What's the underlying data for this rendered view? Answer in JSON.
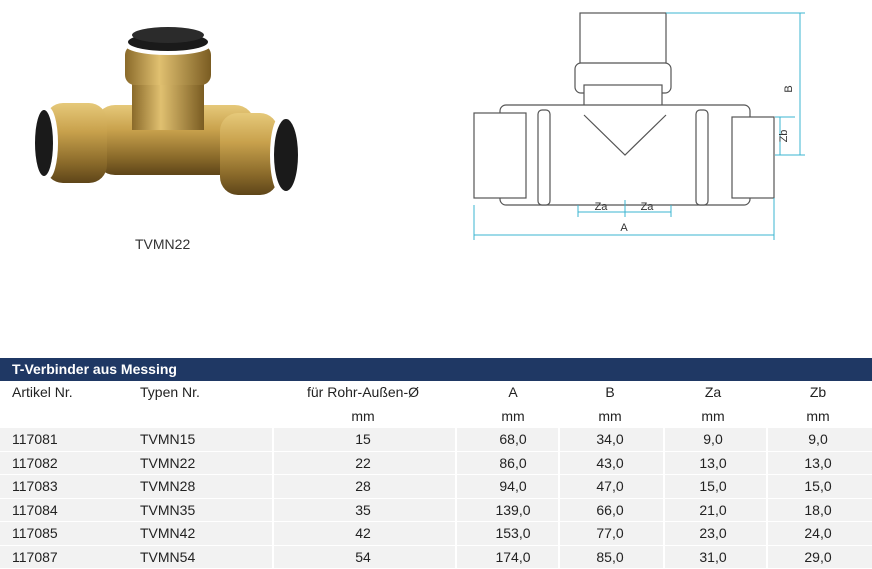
{
  "product_caption": "TVMN22",
  "drawing_labels": {
    "A": "A",
    "B": "B",
    "Za": "Za",
    "Zb": "Zb"
  },
  "table": {
    "title": "T-Verbinder aus Messing",
    "headers": [
      "Artikel Nr.",
      "Typen Nr.",
      "für Rohr-Außen-Ø",
      "A",
      "B",
      "Za",
      "Zb"
    ],
    "units": [
      "",
      "",
      "mm",
      "mm",
      "mm",
      "mm",
      "mm"
    ],
    "rows": [
      [
        "117081",
        "TVMN15",
        "15",
        "68,0",
        "34,0",
        "9,0",
        "9,0"
      ],
      [
        "117082",
        "TVMN22",
        "22",
        "86,0",
        "43,0",
        "13,0",
        "13,0"
      ],
      [
        "117083",
        "TVMN28",
        "28",
        "94,0",
        "47,0",
        "15,0",
        "15,0"
      ],
      [
        "117084",
        "TVMN35",
        "35",
        "139,0",
        "66,0",
        "21,0",
        "18,0"
      ],
      [
        "117085",
        "TVMN42",
        "42",
        "153,0",
        "77,0",
        "23,0",
        "24,0"
      ],
      [
        "117087",
        "TVMN54",
        "54",
        "174,0",
        "85,0",
        "31,0",
        "29,0"
      ]
    ]
  },
  "colors": {
    "header_bg": "#1f3864",
    "row_bg": "#f2f2f2",
    "dimension_line": "#3bb4d0"
  }
}
